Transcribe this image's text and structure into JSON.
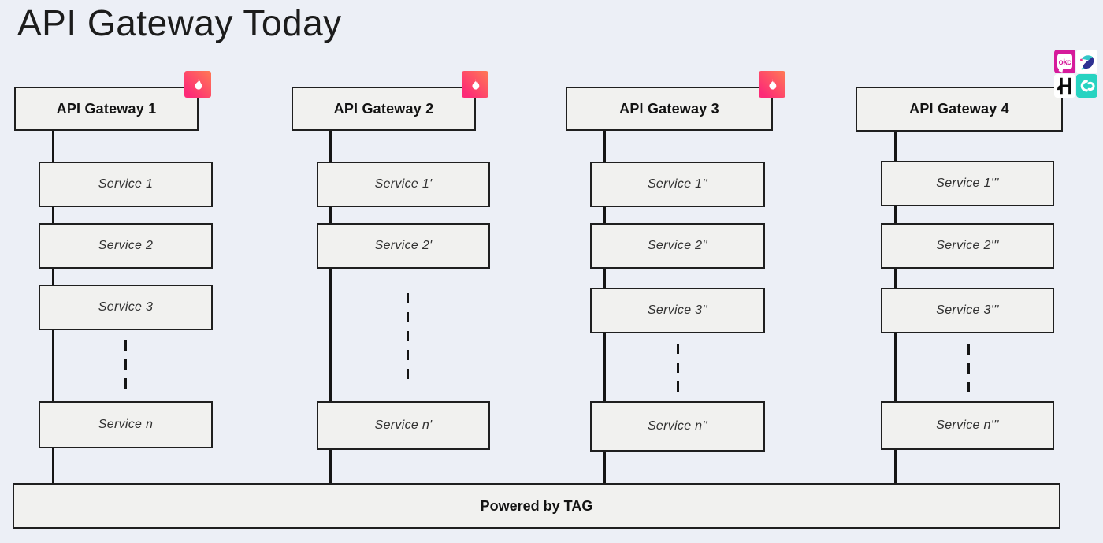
{
  "page": {
    "title": "API Gateway Today"
  },
  "colors": {
    "background": "#ECEFF6",
    "box_fill": "#F1F1EF",
    "box_border": "#1F1F1F",
    "connector_line": "#151515",
    "tinder_gradient_start": "#FF7A54",
    "tinder_gradient_end": "#FD2B77",
    "okcupid_pink": "#D61A9B",
    "pof_navy": "#2E3192",
    "pof_teal": "#35C6C8",
    "hinge_black": "#0A0A0A",
    "pairs_teal": "#27D3C1"
  },
  "icons": {
    "tinder_flame": "tinder-flame",
    "okcupid_label": "okc",
    "pof": "plenty-of-fish",
    "hinge": "hinge",
    "pairs": "pairs"
  },
  "columns": [
    {
      "gateway_label": "API Gateway 1",
      "badge": "tinder-flame",
      "services": [
        "Service 1",
        "Service 2",
        "Service 3"
      ],
      "tail_service": "Service n"
    },
    {
      "gateway_label": "API Gateway 2",
      "badge": "tinder-flame",
      "services": [
        "Service 1'",
        "Service 2'"
      ],
      "tail_service": "Service n'"
    },
    {
      "gateway_label": "API Gateway 3",
      "badge": "tinder-flame",
      "services": [
        "Service 1''",
        "Service 2''",
        "Service 3''"
      ],
      "tail_service": "Service n''"
    },
    {
      "gateway_label": "API Gateway 4",
      "badge": "app-icon-cluster",
      "services": [
        "Service 1'''",
        "Service 2'''",
        "Service 3'''"
      ],
      "tail_service": "Service n'''"
    }
  ],
  "bottom_bar": {
    "label": "Powered by TAG"
  }
}
